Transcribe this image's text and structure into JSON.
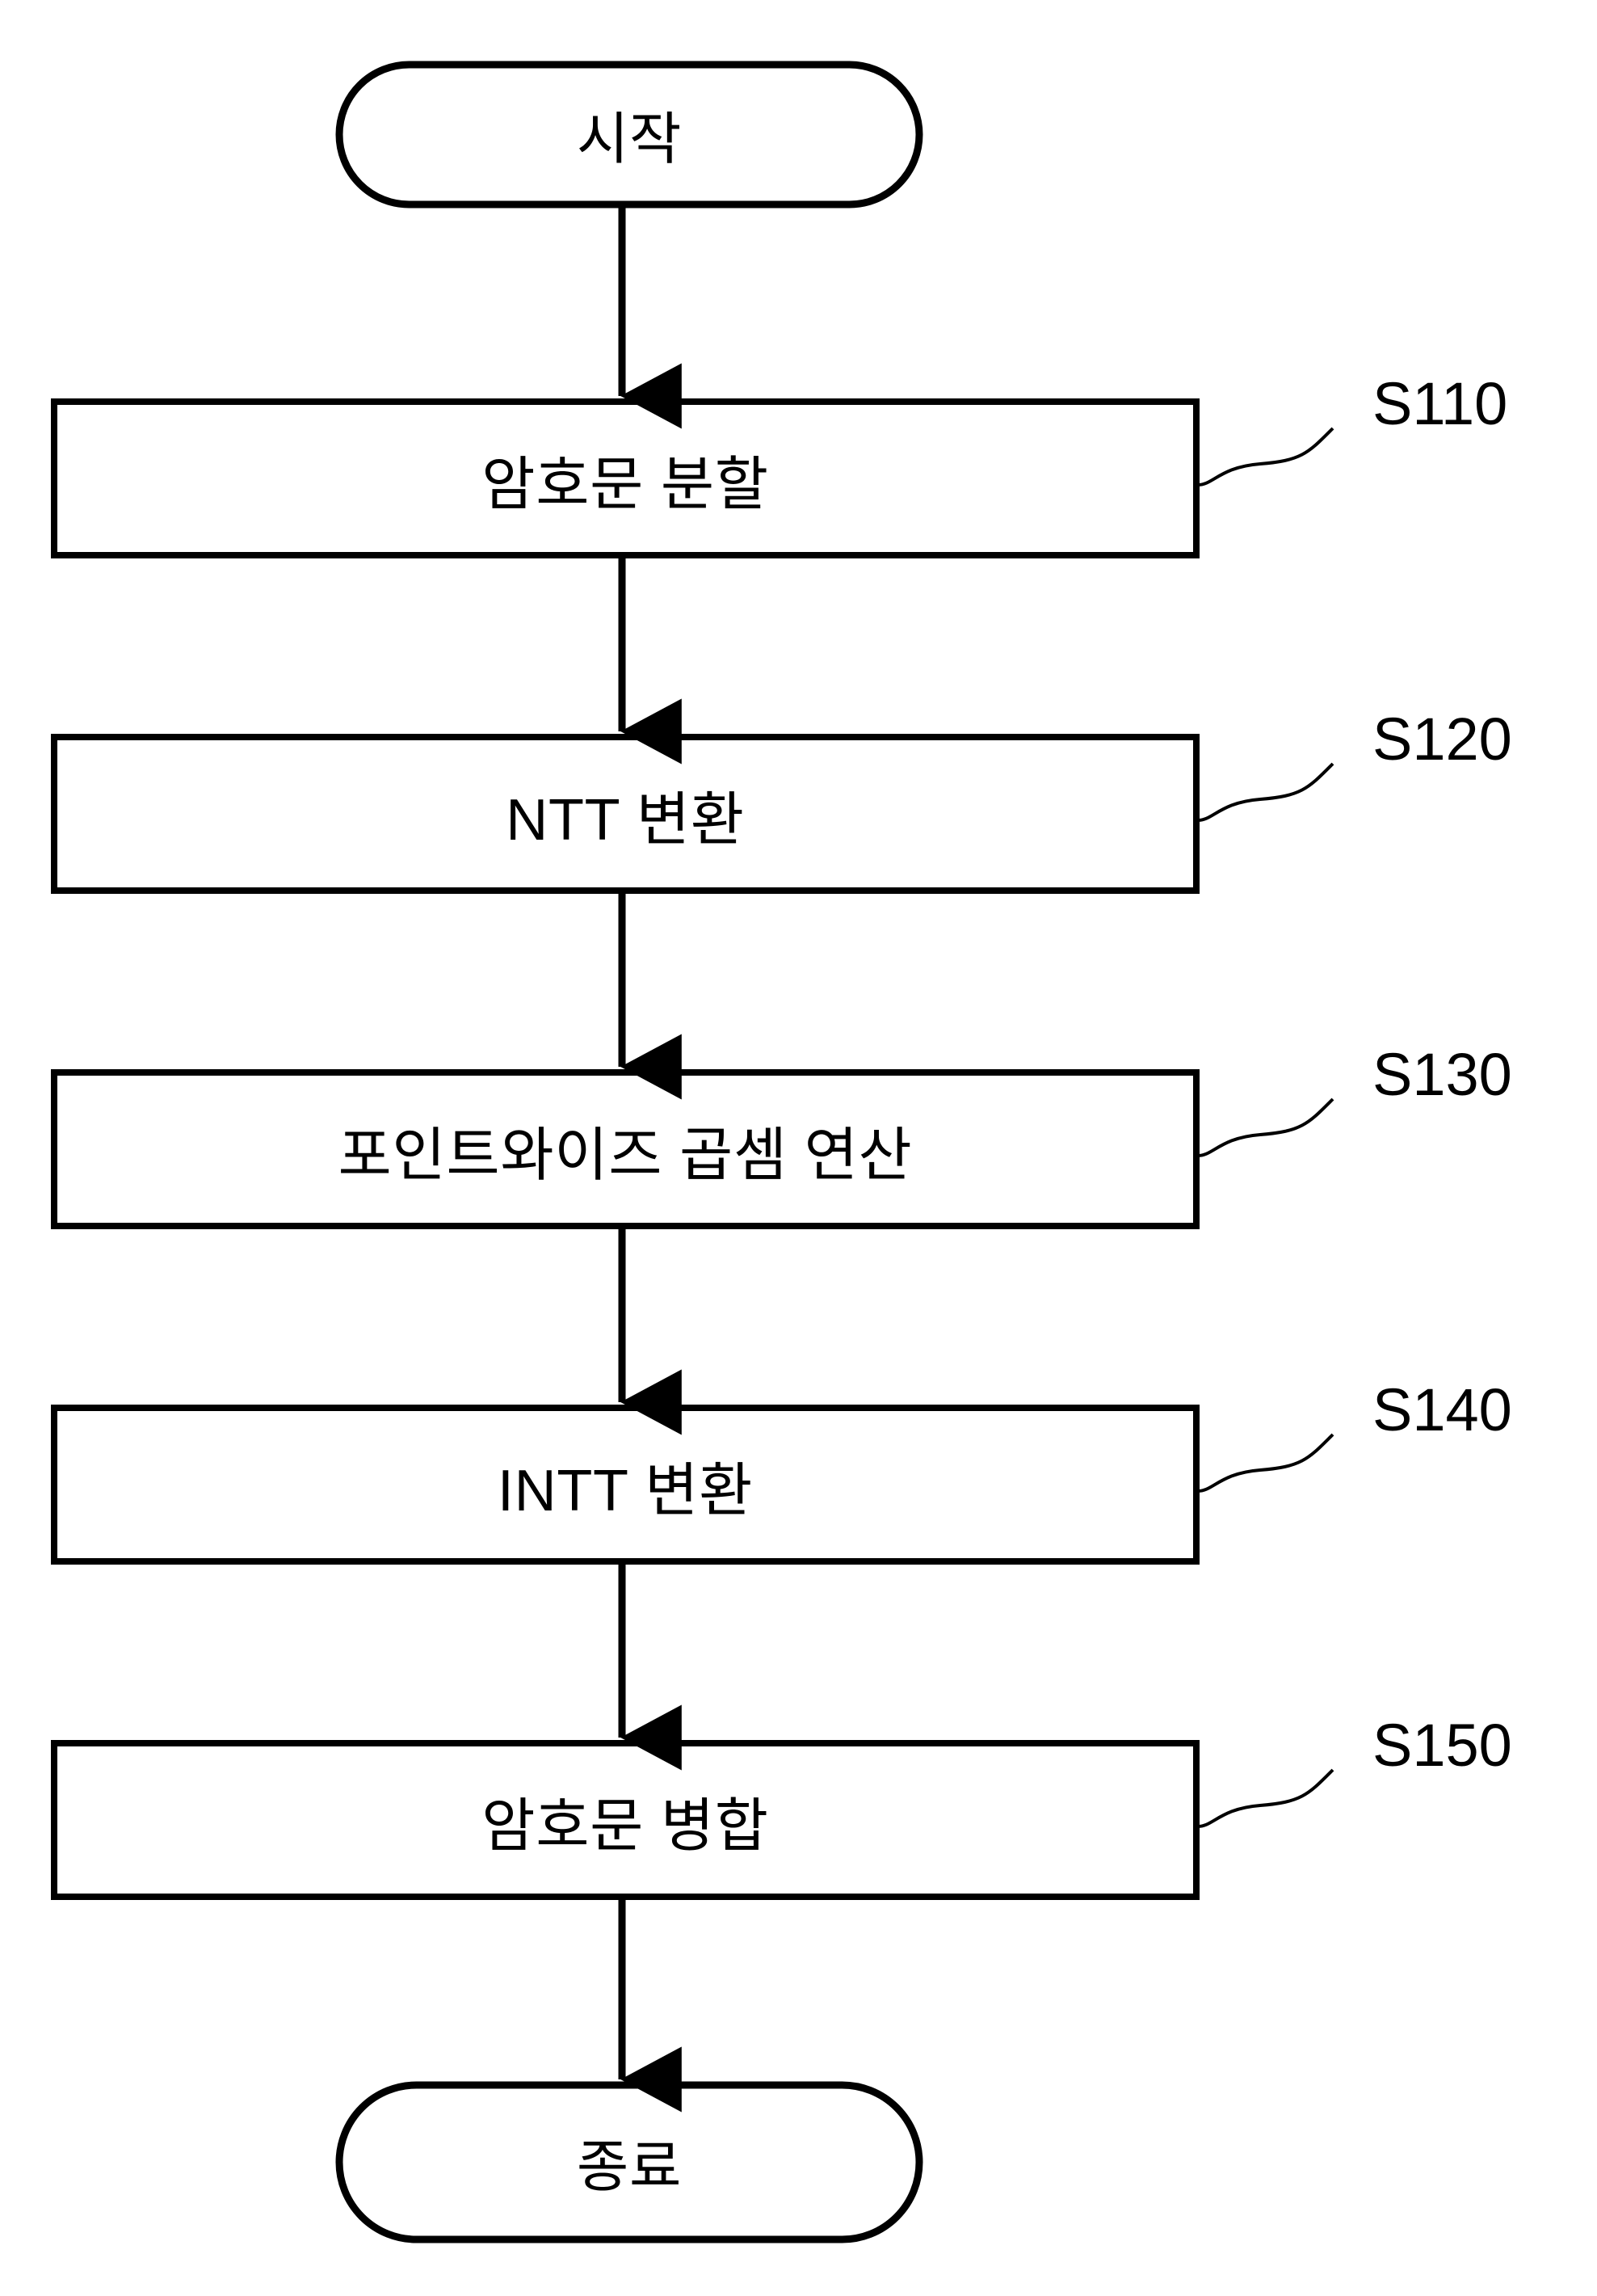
{
  "figure": {
    "type": "flowchart",
    "orientation": "vertical",
    "background_color": "#ffffff",
    "stroke_color": "#000000"
  },
  "nodes": {
    "start": {
      "label": "시작",
      "shape": "stadium"
    },
    "end": {
      "label": "종료",
      "shape": "stadium"
    },
    "steps": [
      {
        "label": "암호문 분할",
        "ref": "S110",
        "shape": "rectangle"
      },
      {
        "label": "NTT 변환",
        "ref": "S120",
        "shape": "rectangle"
      },
      {
        "label": "포인트와이즈 곱셈 연산",
        "ref": "S130",
        "shape": "rectangle"
      },
      {
        "label": "INTT 변환",
        "ref": "S140",
        "shape": "rectangle"
      },
      {
        "label": "암호문 병합",
        "ref": "S150",
        "shape": "rectangle"
      }
    ]
  },
  "connectors": {
    "arrow_style": "solid-triangle-head",
    "count": 6
  }
}
